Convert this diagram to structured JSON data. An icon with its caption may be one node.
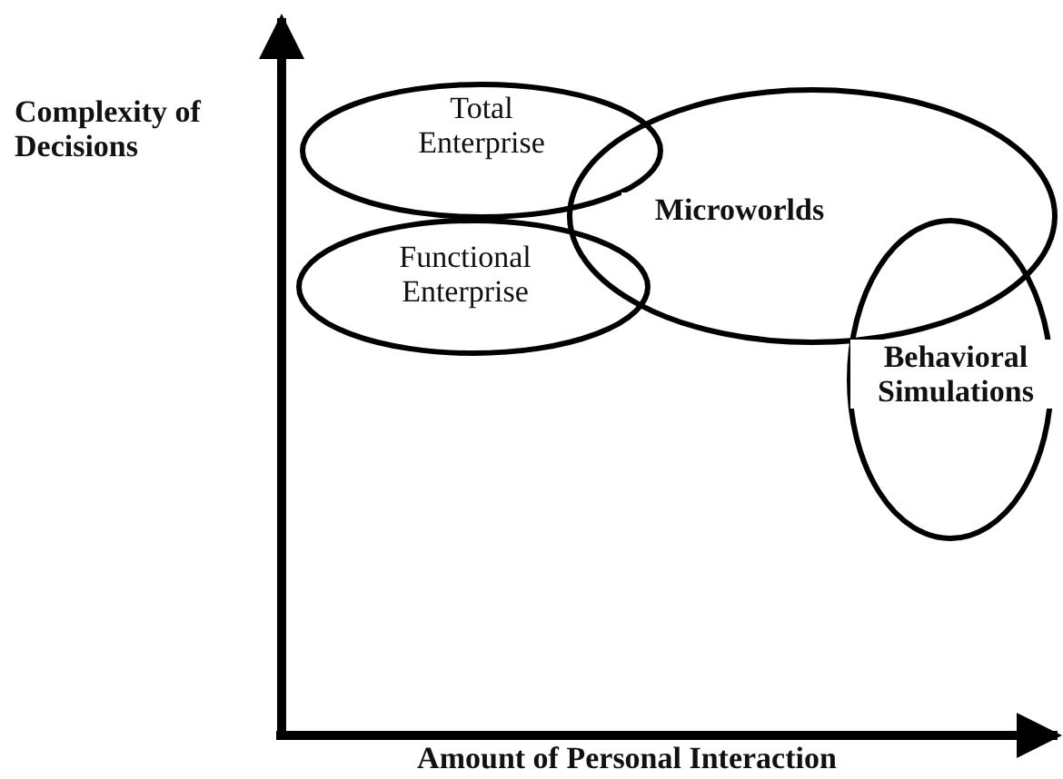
{
  "diagram": {
    "nodes": [
      {
        "text": [
          "Total Enterprise"
        ]
      },
      {
        "text": [
          "Functional Enterprise"
        ]
      },
      {
        "text": [
          "Microworlds"
        ]
      },
      {
        "text": [
          "Behavioral Simulations"
        ]
      }
    ],
    "labels": [
      "Complexity of Decisions",
      "Amount of Personal Interaction"
    ]
  }
}
